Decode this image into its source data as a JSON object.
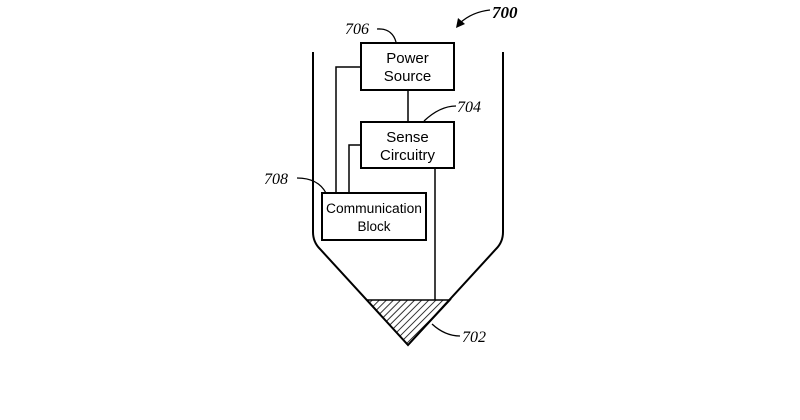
{
  "figure_ref": "700",
  "blocks": {
    "power_source": {
      "ref": "706",
      "line1": "Power",
      "line2": "Source"
    },
    "sense_circuitry": {
      "ref": "704",
      "line1": "Sense",
      "line2": "Circuitry"
    },
    "communication_block": {
      "ref": "708",
      "line1": "Communication",
      "line2": "Block"
    }
  },
  "tip": {
    "ref": "702"
  }
}
